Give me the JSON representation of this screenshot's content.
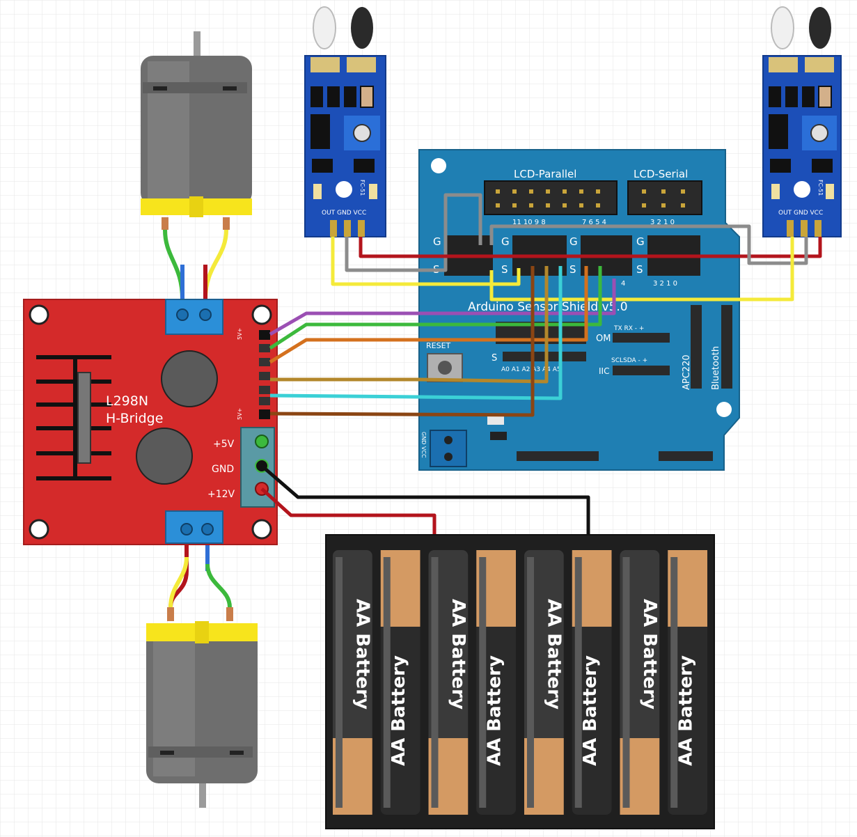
{
  "hbridge": {
    "title": "L298N",
    "subtitle": "H-Bridge",
    "pin_5v": "+5V",
    "pin_gnd": "GND",
    "pin_12v": "+12V",
    "small_5v_top": "5V+",
    "small_5v_bottom": "5V+"
  },
  "shield": {
    "name": "Arduino Sensor Shield v5.0",
    "lcd_parallel": "LCD-Parallel",
    "lcd_serial": "LCD-Serial",
    "header_numbers_left": "11 10 9 8",
    "header_numbers_mid": "7 6 5 4",
    "header_numbers_right": "3 2 1 0",
    "row_g": "G",
    "row_s": "S",
    "com_label": "OM",
    "tx_rx": "TX RX - +",
    "analog_pins": "A0 A1 A2 A3 A4 A5",
    "scl_sda": "SCLSDA - +",
    "iic": "IIC",
    "apc220": "APC220",
    "bluetooth": "Bluetooth",
    "reset": "RESET",
    "gnd_vcc": "GND VCC",
    "bottom_numbers": "3 2 1 0",
    "num_4": "4"
  },
  "ir_sensor": {
    "pin_labels": "OUT GND VCC",
    "model": "FC-51"
  },
  "battery": {
    "cell_label": "AA Battery",
    "cell_count": 8
  },
  "colors": {
    "hbridge": "#d42a2a",
    "shield": "#1f7fb3",
    "sensor_board": "#1c4fb8",
    "motor_yellow": "#f7e41c",
    "wire_purple": "#9b4fb3",
    "wire_green": "#3cb93c",
    "wire_orange": "#d4711e",
    "wire_tan": "#b3872b",
    "wire_cyan": "#3bd0d6",
    "wire_brown": "#8b4513",
    "wire_red": "#b3141c",
    "wire_yellow": "#f4ea3a",
    "wire_gray": "#8c8c8c",
    "wire_black": "#111111"
  }
}
